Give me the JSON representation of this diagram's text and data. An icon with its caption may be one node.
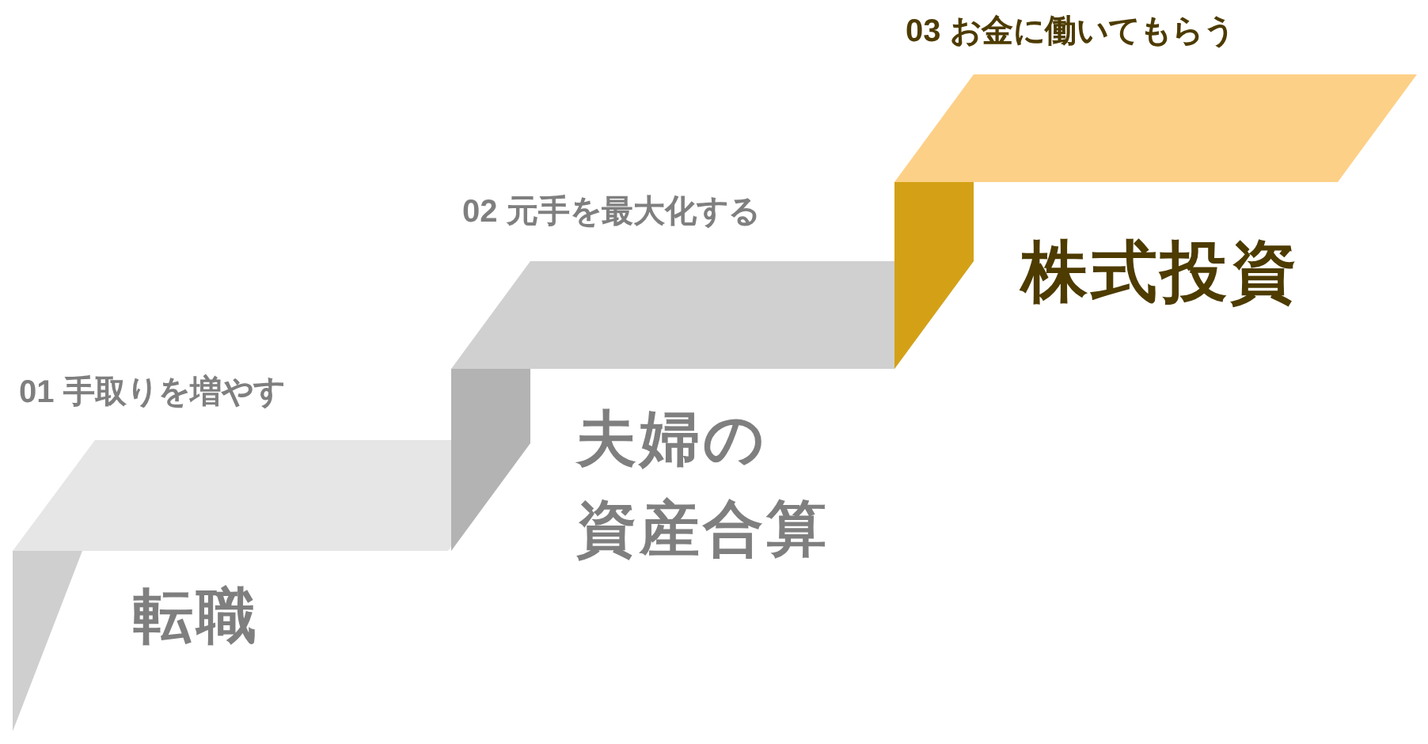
{
  "diagram": {
    "nodes": [
      {
        "text": [
          "01 手取りを増やす",
          "転職"
        ]
      },
      {
        "text": [
          "02 元手を最大化する",
          "夫婦の資産合算"
        ]
      },
      {
        "text": [
          "03 お金に働いてもらう",
          "株式投資"
        ]
      }
    ]
  }
}
